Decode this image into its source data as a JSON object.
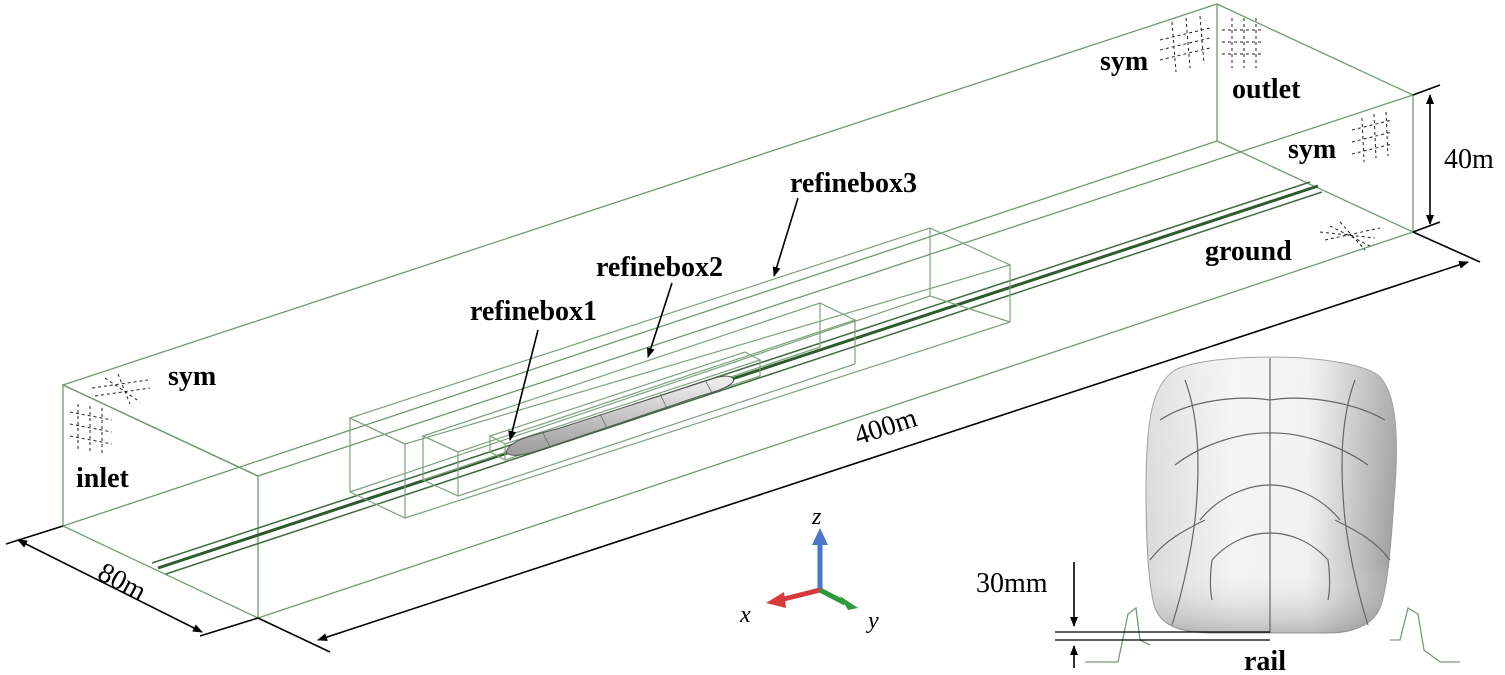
{
  "labels": {
    "sym_top_right": "sym",
    "outlet": "outlet",
    "sym_right": "sym",
    "height_dim": "40m",
    "refinebox3": "refinebox3",
    "ground": "ground",
    "refinebox2": "refinebox2",
    "refinebox1": "refinebox1",
    "sym_left": "sym",
    "inlet": "inlet",
    "length_dim": "400m",
    "width_dim": "80m",
    "axis_z": "z",
    "axis_x": "x",
    "axis_y": "y",
    "gap_dim": "30mm",
    "rail": "rail"
  },
  "colors": {
    "domain_edges": "#6f9a6f",
    "rail_track": "#2e5a2e",
    "axis_z": "#4a78c8",
    "axis_x": "#d83a3a",
    "axis_y": "#2f9a3a"
  }
}
